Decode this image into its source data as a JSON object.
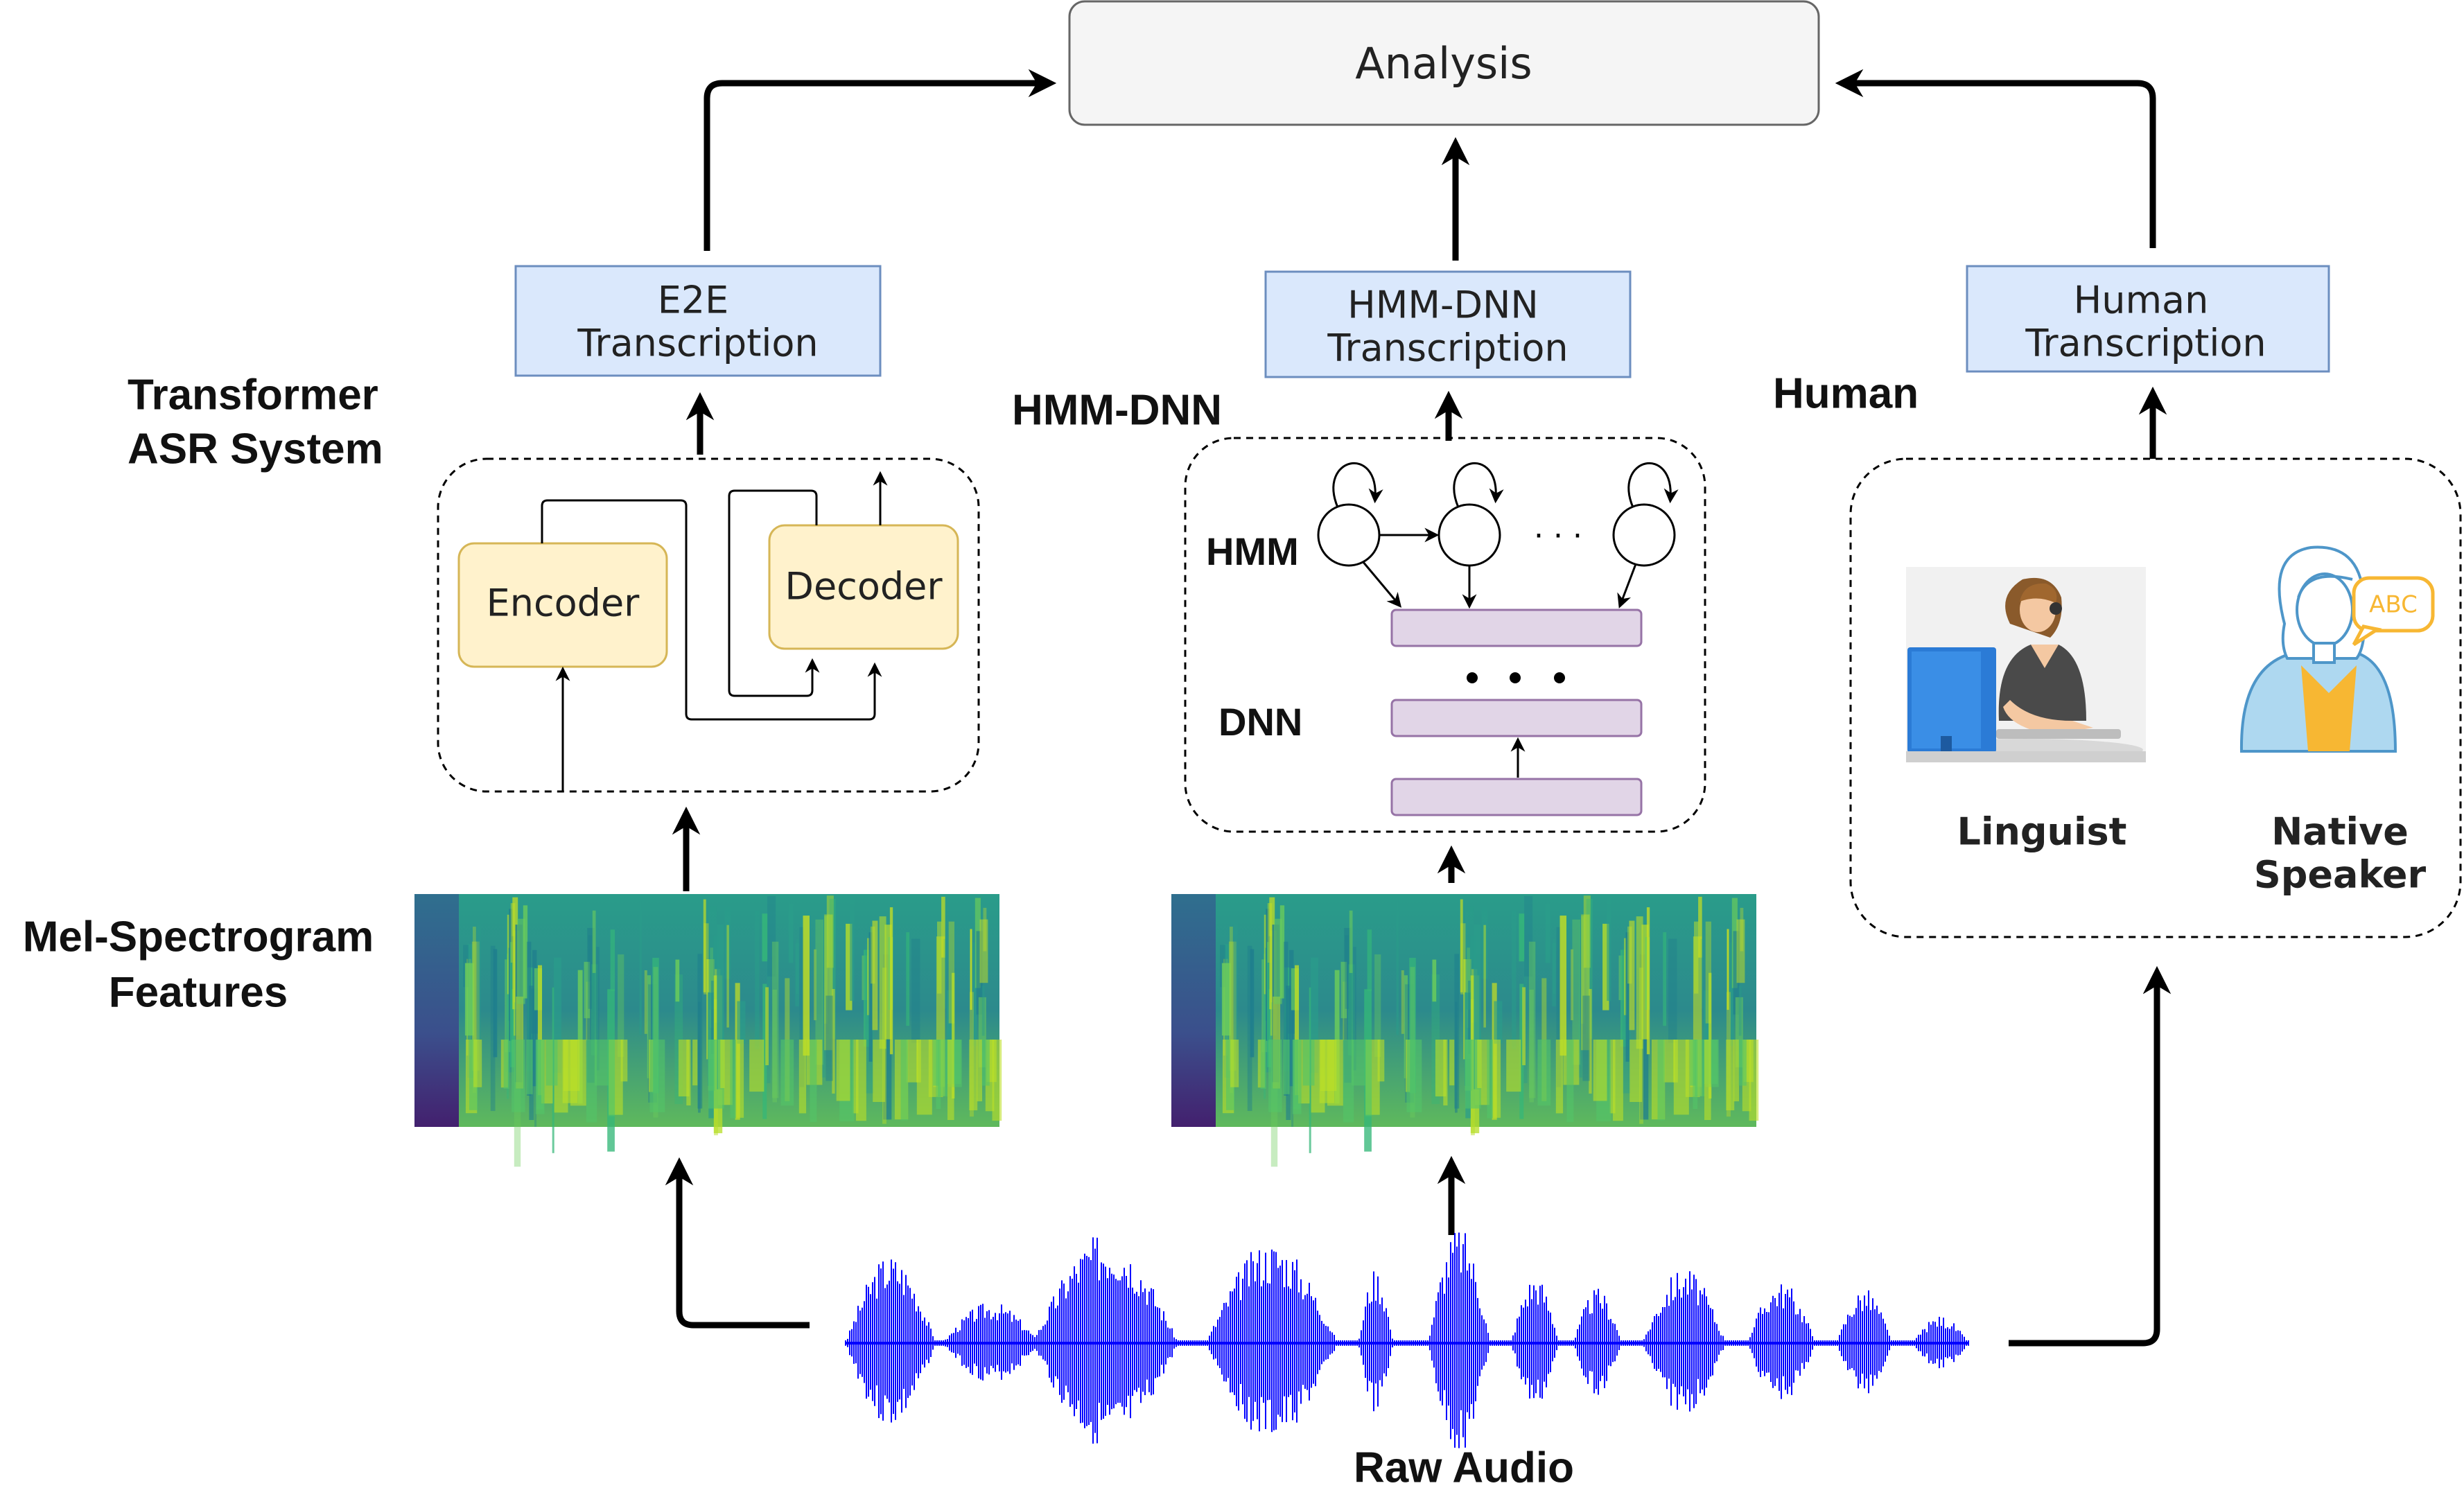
{
  "analysis": {
    "label": "Analysis"
  },
  "transcriptions": {
    "e2e": {
      "line1": "E2E",
      "line2": "Transcription"
    },
    "hmm_dnn": {
      "line1": "HMM-DNN",
      "line2": "Transcription"
    },
    "human": {
      "line1": "Human",
      "line2": "Transcription"
    }
  },
  "transformer": {
    "title_line1": "Transformer",
    "title_line2": "ASR System",
    "encoder": "Encoder",
    "decoder": "Decoder"
  },
  "hmm_dnn_system": {
    "title": "HMM-DNN",
    "hmm": "HMM",
    "dnn": "DNN",
    "ellipsis": "· · ·"
  },
  "human_system": {
    "title": "Human",
    "linguist": "Linguist",
    "native_line1": "Native",
    "native_line2": "Speaker",
    "speech_bubble": "ABC"
  },
  "features": {
    "line1": "Mel-Spectrogram",
    "line2": "Features"
  },
  "audio": {
    "label": "Raw Audio"
  },
  "colors": {
    "transcription_fill": "#dae8fc",
    "transcription_stroke": "#6c8ebf",
    "block_fill": "#fff2cc",
    "block_stroke": "#d6b656",
    "dnn_fill": "#e1d5e7",
    "dnn_stroke": "#9673a6",
    "analysis_fill": "#f5f5f5",
    "waveform": "#0000ff"
  }
}
